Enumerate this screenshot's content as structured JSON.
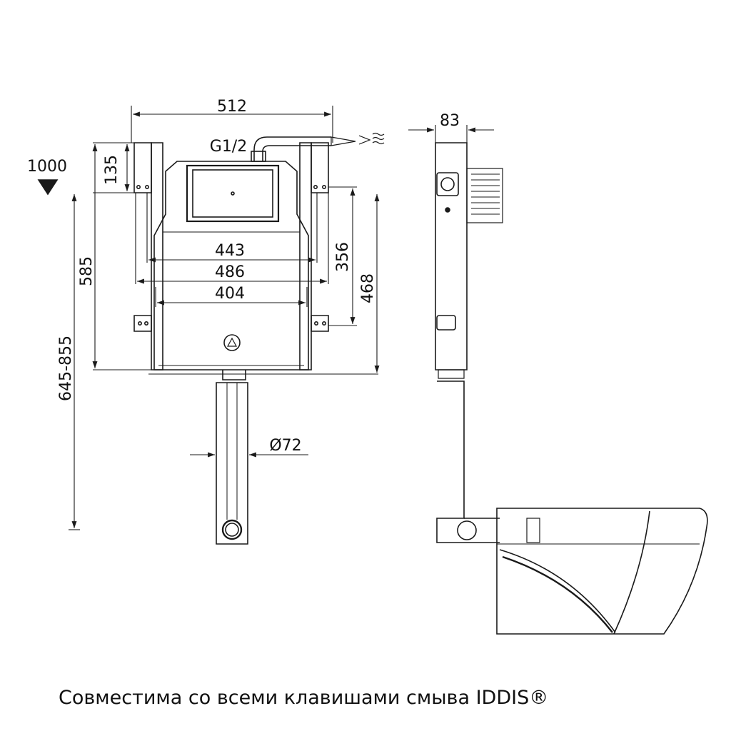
{
  "dimensions": {
    "width_total": "512",
    "inlet_thread": "G1/2",
    "depth": "83",
    "floor_mark": "1000",
    "top_bracket_height": "135",
    "frame_height": "585",
    "install_height_range": "645-855",
    "fix_spacing_1": "443",
    "fix_spacing_2": "486",
    "fix_spacing_3": "404",
    "vertical_spacing_1": "356",
    "vertical_spacing_2": "468",
    "pipe_diameter": "Ø72"
  },
  "caption": "Совместима со всеми клавишами смыва IDDIS®",
  "colors": {
    "line": "#1a1a1a",
    "background": "#ffffff"
  }
}
